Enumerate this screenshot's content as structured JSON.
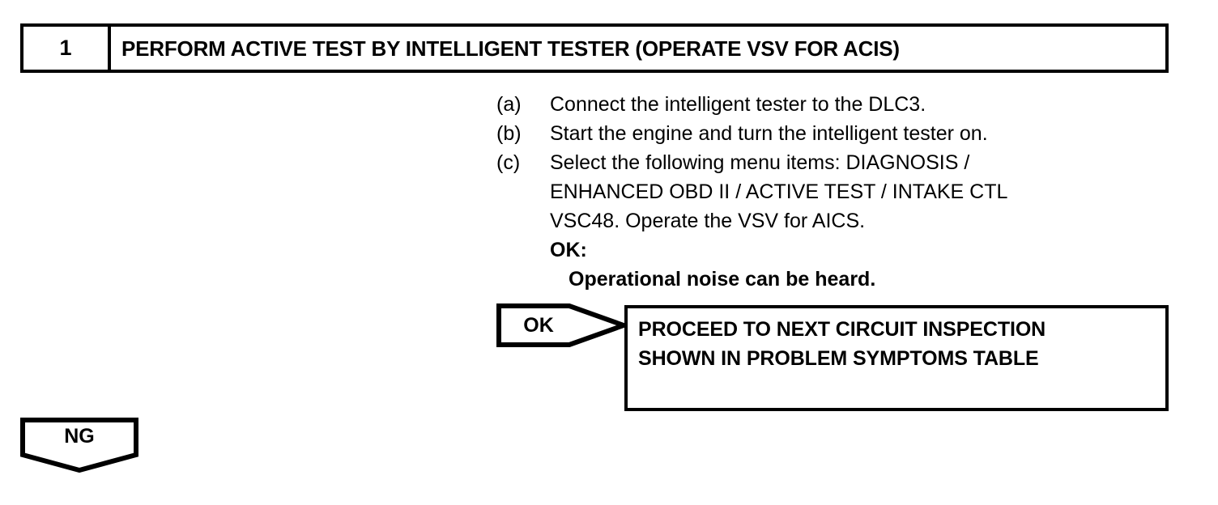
{
  "step": {
    "number": "1",
    "title": "PERFORM ACTIVE TEST BY INTELLIGENT TESTER (OPERATE VSV FOR ACIS)"
  },
  "procedure": {
    "items": [
      {
        "marker": "(a)",
        "line1": "Connect the intelligent tester to the DLC3.",
        "line2": "",
        "line3": ""
      },
      {
        "marker": "(b)",
        "line1": "Start the engine and turn the intelligent tester on.",
        "line2": "",
        "line3": ""
      },
      {
        "marker": "(c)",
        "line1": "Select the following menu items: DIAGNOSIS /",
        "line2": "ENHANCED OBD II / ACTIVE TEST / INTAKE CTL",
        "line3": "VSC48. Operate the VSV for AICS."
      }
    ],
    "ok_label": "OK:",
    "ok_criteria": "Operational noise can be heard."
  },
  "flow": {
    "ok_connector_label": "OK",
    "ng_badge_label": "NG",
    "result_box": {
      "line1": "PROCEED TO NEXT CIRCUIT INSPECTION",
      "line2": "SHOWN IN PROBLEM SYMPTOMS TABLE"
    }
  },
  "colors": {
    "ink": "#000000",
    "paper": "#ffffff"
  }
}
